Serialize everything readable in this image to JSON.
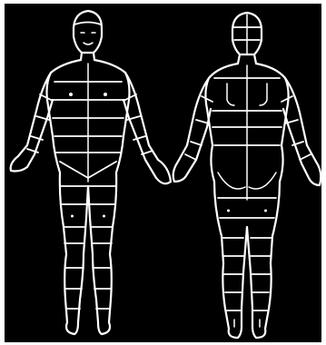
{
  "figure": {
    "views": [
      {
        "id": "front",
        "name": "front-view"
      },
      {
        "id": "back",
        "name": "back-view"
      }
    ],
    "colors": {
      "background": "#000000",
      "border": "#ffffff",
      "lines": "#ffffff"
    }
  }
}
